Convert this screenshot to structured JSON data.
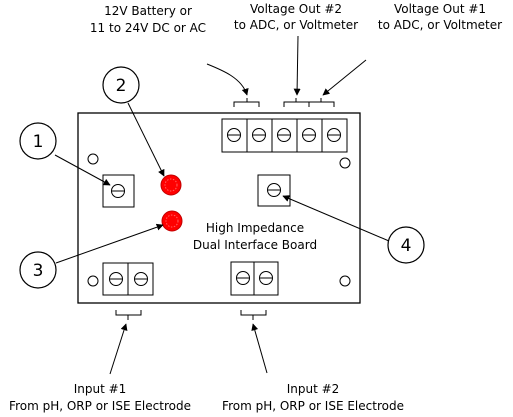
{
  "labels": {
    "power": [
      "12V Battery or",
      "11 to 24V DC or AC"
    ],
    "vout2": [
      "Voltage Out #2",
      "to ADC, or Voltmeter"
    ],
    "vout1": [
      "Voltage Out #1",
      "to ADC, or Voltmeter"
    ],
    "board": [
      "High Impedance",
      "Dual Interface Board"
    ],
    "input1": [
      "Input #1",
      "From pH, ORP or ISE Electrode"
    ],
    "input2": [
      "Input #2",
      "From pH, ORP or ISE Electrode"
    ]
  },
  "callouts": [
    "1",
    "2",
    "3",
    "4"
  ],
  "colors": {
    "led": "#ff0000",
    "outline": "#000000",
    "background": "#ffffff"
  },
  "icons": {
    "terminal": "screw-terminal-icon",
    "potentiometer": "trim-potentiometer-icon",
    "led": "led-indicator-icon",
    "hole": "mounting-hole-icon"
  }
}
